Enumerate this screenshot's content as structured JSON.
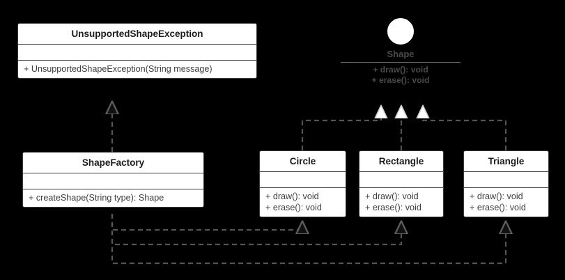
{
  "diagram": {
    "type": "uml-class-diagram",
    "background_color": "#000000",
    "class_fill": "#ffffff",
    "line_color": "#555555",
    "interface": {
      "name": "Shape",
      "notation": "lollipop-circle",
      "operations": [
        "+ draw(): void",
        "+ erase(): void"
      ]
    },
    "classes": [
      {
        "id": "unsupported",
        "name": "UnsupportedShapeException",
        "attributes": [],
        "operations": [
          "+ UnsupportedShapeException(String message)"
        ]
      },
      {
        "id": "factory",
        "name": "ShapeFactory",
        "attributes": [],
        "operations": [
          "+ createShape(String type): Shape"
        ]
      },
      {
        "id": "circle",
        "name": "Circle",
        "attributes": [],
        "operations": [
          "+ draw(): void",
          "+ erase(): void"
        ]
      },
      {
        "id": "rectangle",
        "name": "Rectangle",
        "attributes": [],
        "operations": [
          "+ draw(): void",
          "+ erase(): void"
        ]
      },
      {
        "id": "triangle",
        "name": "Triangle",
        "attributes": [],
        "operations": [
          "+ draw(): void",
          "+ erase(): void"
        ]
      }
    ],
    "relationships": [
      {
        "from": "ShapeFactory",
        "to": "UnsupportedShapeException",
        "kind": "dependency",
        "style": "dashed-open-arrow"
      },
      {
        "from": "Circle",
        "to": "Shape",
        "kind": "realization",
        "style": "dashed-hollow-triangle"
      },
      {
        "from": "Rectangle",
        "to": "Shape",
        "kind": "realization",
        "style": "dashed-hollow-triangle"
      },
      {
        "from": "Triangle",
        "to": "Shape",
        "kind": "realization",
        "style": "dashed-hollow-triangle"
      },
      {
        "from": "ShapeFactory",
        "to": "Circle",
        "kind": "dependency",
        "style": "dashed-open-arrow"
      },
      {
        "from": "ShapeFactory",
        "to": "Rectangle",
        "kind": "dependency",
        "style": "dashed-open-arrow"
      },
      {
        "from": "ShapeFactory",
        "to": "Triangle",
        "kind": "dependency",
        "style": "dashed-open-arrow"
      }
    ]
  }
}
